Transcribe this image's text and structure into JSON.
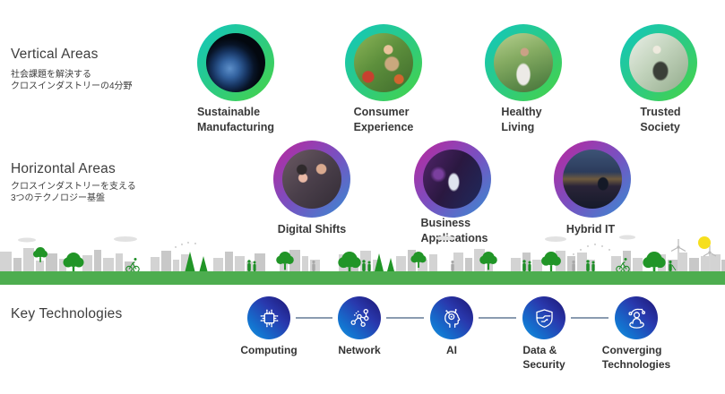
{
  "vertical_areas": {
    "title": "Vertical Areas",
    "subtitle_lines": [
      "社会課題を解決する",
      "クロスインダストリーの4分野"
    ],
    "ring_gradient": [
      "#15c7b6",
      "#45d24b"
    ],
    "items": [
      {
        "lines": [
          "Sustainable",
          "Manufacturing"
        ],
        "photo": "earth-from-space"
      },
      {
        "lines": [
          "Consumer",
          "Experience"
        ],
        "photo": "woman-shopping-fresh-market"
      },
      {
        "lines": [
          "Healthy",
          "Living"
        ],
        "photo": "woman-arms-outstretched-nature"
      },
      {
        "lines": [
          "Trusted",
          "Society"
        ],
        "photo": "person-relaxing-outdoors"
      }
    ]
  },
  "horizontal_areas": {
    "title": "Horizontal Areas",
    "subtitle_lines": [
      "クロスインダストリーを支える",
      "3つのテクノロジー基盤"
    ],
    "ring_gradient": [
      "#b12da2",
      "#3e86d0"
    ],
    "items": [
      {
        "lines": [
          "Digital Shifts"
        ],
        "photo": "father-child-smartphone"
      },
      {
        "lines": [
          "Business",
          "Applications"
        ],
        "photo": "person-interactive-screen"
      },
      {
        "lines": [
          "Hybrid IT"
        ],
        "photo": "engineer-laptop-night-city"
      }
    ]
  },
  "key_technologies": {
    "title": "Key Technologies",
    "circle_gradient": [
      "#1d1572",
      "#2196dc"
    ],
    "connector_color": "#8a9bb0",
    "items": [
      {
        "lines": [
          "Computing"
        ],
        "icon": "chip-icon"
      },
      {
        "lines": [
          "Network"
        ],
        "icon": "network-nodes-icon"
      },
      {
        "lines": [
          "AI"
        ],
        "icon": "ai-head-icon"
      },
      {
        "lines": [
          "Data &",
          "Security"
        ],
        "icon": "shield-circuit-icon"
      },
      {
        "lines": [
          "Converging",
          "Technologies"
        ],
        "icon": "person-nodes-icon"
      }
    ]
  },
  "scenery": {
    "name": "green-city-skyline-illustration",
    "grass_color": "#4dad4f",
    "tree_color": "#219527",
    "building_color": "#d3d3d3",
    "sun_color": "#f6df1e"
  }
}
